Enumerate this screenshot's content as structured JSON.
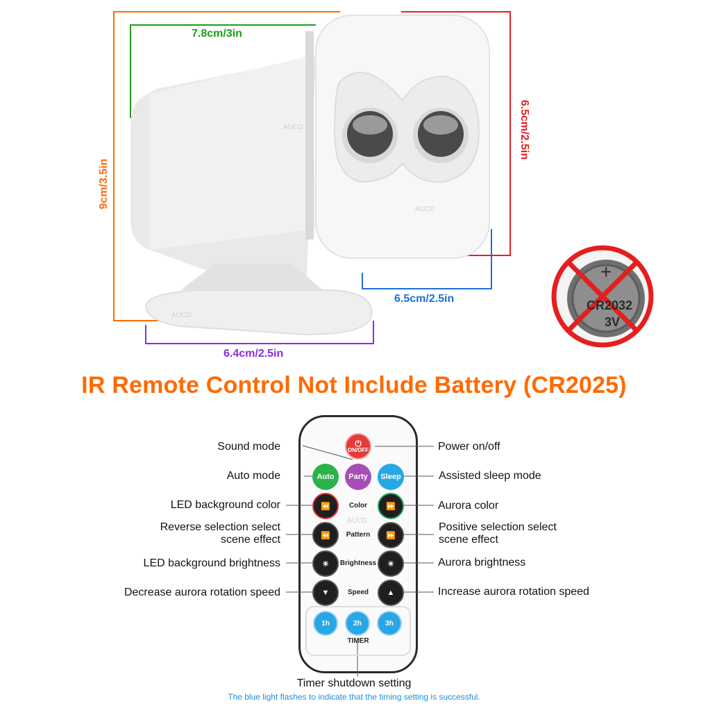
{
  "dimensions": {
    "width_top": "7.8cm/3in",
    "height_left": "9cm/3.5in",
    "height_right": "6.5cm/2.5in",
    "depth_front": "6.5cm/2.5in",
    "base_width": "6.4cm/2.5in"
  },
  "colors": {
    "green": "#1aa01a",
    "orange": "#ff6a00",
    "red": "#e61e1e",
    "blue": "#1e6fd9",
    "purple": "#8a2be2",
    "timer_blue": "#28a7e6"
  },
  "battery": {
    "label": "CR2032",
    "voltage": "3V",
    "plus": "+"
  },
  "headline": "IR Remote Control Not Include Battery (CR2025)",
  "watermark": "AUCD",
  "remote": {
    "power_btn": "ON/OFF",
    "auto_btn": "Auto",
    "party_btn": "Party",
    "sleep_btn": "Sleep",
    "color_label": "Color",
    "pattern_label": "Pattern",
    "brightness_label": "Brightness",
    "speed_label": "Speed",
    "timer_label": "TIMER",
    "timer_1": "1h",
    "timer_2": "2h",
    "timer_3": "3h"
  },
  "labels_left": {
    "sound_mode": "Sound mode",
    "auto_mode": "Auto mode",
    "led_bg_color": "LED background color",
    "reverse_line1": "Reverse selection select",
    "reverse_line2": "scene effect",
    "led_bg_brightness": "LED background brightness",
    "decrease_speed": "Decrease aurora rotation  speed"
  },
  "labels_right": {
    "power": "Power on/off",
    "sleep": "Assisted sleep mode",
    "aurora_color": "Aurora color",
    "positive_line1": "Positive selection select",
    "positive_line2": "scene effect",
    "aurora_brightness": "Aurora brightness",
    "increase_speed": "Increase aurora rotation  speed"
  },
  "timer_setting": "Timer shutdown setting",
  "footer_note": "The blue light flashes to indicate that the timing setting is successful."
}
